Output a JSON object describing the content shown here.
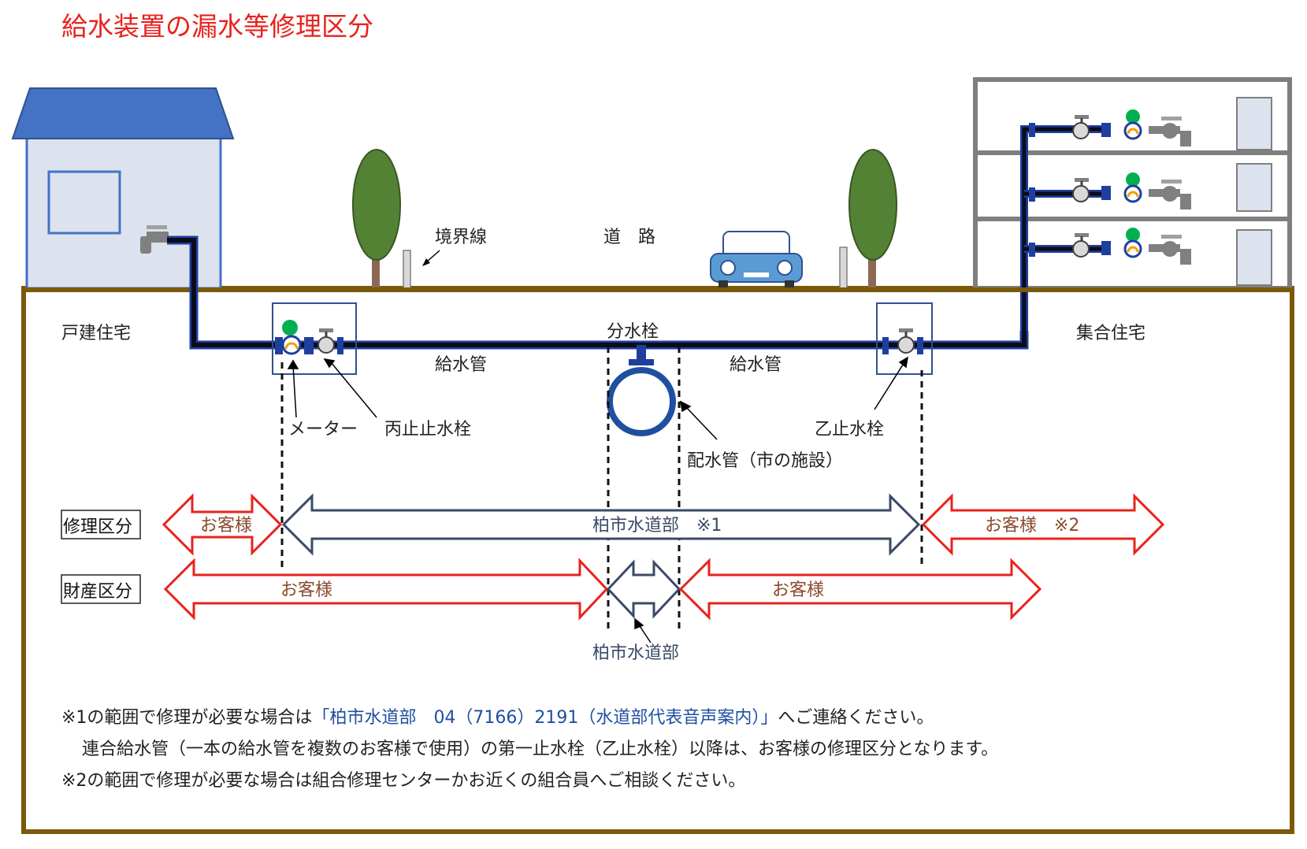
{
  "title": "給水装置の漏水等修理区分",
  "labels": {
    "detached_house": "戸建住宅",
    "apartment": "集合住宅",
    "boundary_line": "境界線",
    "road": "道　路",
    "branch_valve": "分水栓",
    "supply_pipe_left": "給水管",
    "supply_pipe_right": "給水管",
    "meter": "メーター",
    "valve_hei": "丙止止水栓",
    "valve_otsu": "乙止水栓",
    "distribution_main": "配水管（市の施設）",
    "kashiwa_waterworks_small": "柏市水道部"
  },
  "repair_division": {
    "heading": "修理区分",
    "customer_left": "お客様",
    "waterworks": "柏市水道部　※1",
    "customer_right": "お客様　※2"
  },
  "property_division": {
    "heading": "財産区分",
    "customer_left": "お客様",
    "customer_right": "お客様"
  },
  "notes": {
    "line1_prefix": "※1の範囲で修理が必要な場合は",
    "line1_highlight": "「柏市水道部　04（7166）2191（水道部代表音声案内）」",
    "line1_suffix": "へご連絡ください。",
    "line2": "連合給水管（一本の給水管を複数のお客様で使用）の第一止水栓（乙止水栓）以降は、お客様の修理区分となります。",
    "line3": "※2の範囲で修理が必要な場合は組合修理センターかお近くの組合員へご相談ください。"
  },
  "colors": {
    "title_red": "#e8221c",
    "arrow_red": "#e8221c",
    "arrow_navy": "#3a4a66",
    "customer_text": "#8b4a2b",
    "waterworks_text": "#3a4a66",
    "ground_border": "#7a5a0a",
    "house_roof": "#4472c4",
    "house_wall": "#dce3ef",
    "pipe_dark": "#0b0b1a",
    "pipe_blue": "#1f3f9f",
    "apartment_frame": "#7f7f7f",
    "tree_green": "#548235",
    "tree_trunk": "#8b6a55",
    "car_blue": "#5b9bd5",
    "meter_green": "#00b050",
    "highlight_blue": "#1f4fa0"
  },
  "icons": [
    "faucet-icon",
    "water-meter-icon",
    "stop-valve-icon",
    "tree-icon",
    "car-icon",
    "boundary-post-icon"
  ]
}
